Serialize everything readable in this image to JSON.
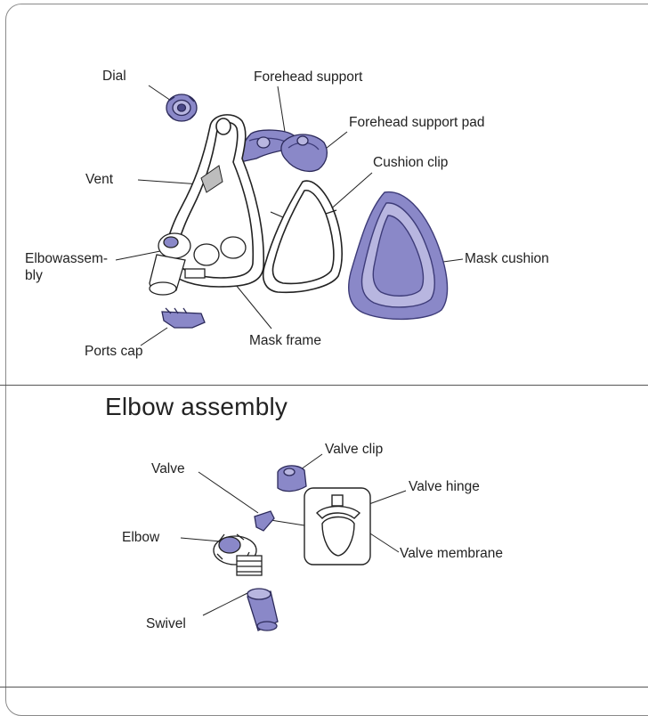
{
  "diagram_parts": {
    "dial": "Dial",
    "forehead_support": "Forehead support",
    "forehead_support_pad": "Forehead support pad",
    "vent": "Vent",
    "cushion_clip": "Cushion clip",
    "elbow_assembly_line1": "Elbowassem-",
    "elbow_assembly_line2": "bly",
    "mask_cushion": "Mask cushion",
    "mask_frame": "Mask frame",
    "ports_cap": "Ports cap"
  },
  "elbow_section": {
    "title": "Elbow assembly",
    "valve_clip": "Valve clip",
    "valve": "Valve",
    "valve_hinge": "Valve hinge",
    "elbow": "Elbow",
    "valve_membrane": "Valve membrane",
    "swivel": "Swivel"
  },
  "colors": {
    "part_fill": "#8a88c8",
    "part_light": "#b8b6e0",
    "part_dark": "#3d3b78",
    "outline": "#222222"
  }
}
